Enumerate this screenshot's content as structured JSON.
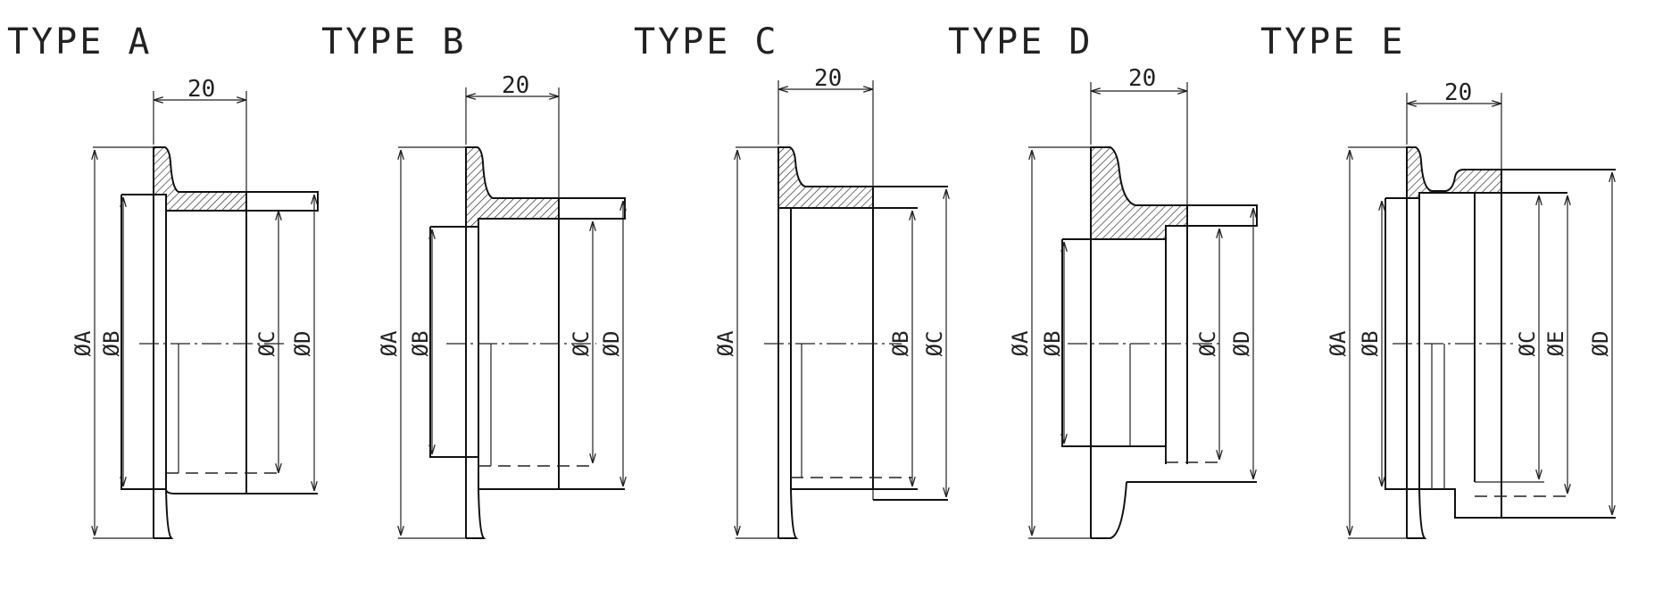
{
  "titles": [
    "TYPE A",
    "TYPE B",
    "TYPE C",
    "TYPE D",
    "TYPE E"
  ],
  "width_label": "20",
  "labels": {
    "a": {
      "A": "ØA",
      "B": "ØB",
      "C": "ØC",
      "D": "ØD"
    },
    "b": {
      "A": "ØA",
      "B": "ØB",
      "C": "ØC",
      "D": "ØD"
    },
    "c": {
      "A": "ØA",
      "B": "ØB",
      "C": "ØC"
    },
    "d": {
      "A": "ØA",
      "B": "ØB",
      "C": "ØC",
      "D": "ØD"
    },
    "e": {
      "A": "ØA",
      "B": "ØB",
      "C": "ØC",
      "E": "ØE",
      "D": "ØD"
    }
  }
}
